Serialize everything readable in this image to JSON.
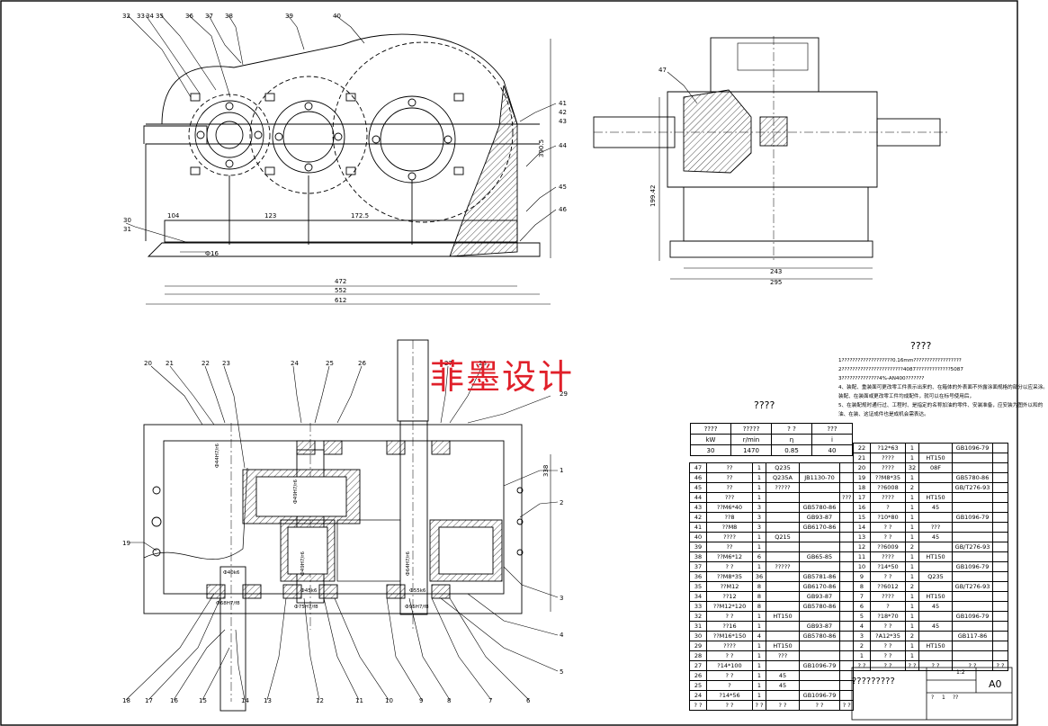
{
  "watermark": "菲墨设计",
  "top_view": {
    "balloons": [
      "32",
      "33",
      "34",
      "35",
      "36",
      "37",
      "38",
      "39",
      "40",
      "41",
      "42",
      "43",
      "44",
      "45",
      "46",
      "30",
      "31"
    ],
    "dims": {
      "d1": "104",
      "d2": "123",
      "d3": "172.5",
      "d4": "472",
      "d5": "552",
      "d6": "612",
      "d7": "Ф16",
      "d8": "390.5"
    }
  },
  "side_view": {
    "balloons": [
      "47"
    ],
    "dims": {
      "height": "199.42",
      "w1": "243",
      "w2": "295"
    }
  },
  "plan_view": {
    "balloons_top": [
      "20",
      "21",
      "22",
      "23",
      "24",
      "25",
      "26",
      "27",
      "28",
      "29"
    ],
    "balloons_right": [
      "1",
      "2",
      "3",
      "4",
      "5"
    ],
    "balloons_left": [
      "19"
    ],
    "balloons_bottom": [
      "18",
      "17",
      "16",
      "15",
      "14",
      "13",
      "12",
      "11",
      "10",
      "9",
      "8",
      "7",
      "6"
    ],
    "fits": [
      "Ф44H7/r6",
      "Ф49H7/r6",
      "Ф49H7/r6",
      "Ф64H7/r6",
      "Ф40k6",
      "Ф68H7/f8",
      "Ф45k6",
      "Ф75H7/f8",
      "Ф55k6",
      "Ф95H7/f8"
    ],
    "dim_height": "338"
  },
  "perf_title": "????",
  "perf_table": {
    "header": [
      "????",
      "?????",
      "?   ?",
      "???"
    ],
    "units": [
      "kW",
      "r/min",
      "η",
      "i"
    ],
    "values": [
      "30",
      "1470",
      "0.85",
      "40"
    ]
  },
  "notes_title": "????",
  "notes": [
    "1???????????????????0.16mm??????????????????",
    "2???????????????????????4087?????????????5087",
    "3??????????????4%-AN400???????",
    "4、装配、重装面可更改零工件表示出来的、在箱体的外表面不外露涂面规格的部分以应采涂。",
    "装配、在装面或更改零工件均成配件，就可以在标号使用后，",
    "5、在装配规时通行过、工程时、是指定的名称加油的零件、安装准备，应安装为图外以和的",
    "油、在装、这证成件也是成机会需表达。"
  ],
  "bom_left": [
    [
      "47",
      "??",
      "1",
      "Q235",
      "",
      ""
    ],
    [
      "46",
      "??",
      "1",
      "Q235A",
      "JB1130-70",
      ""
    ],
    [
      "45",
      "??",
      "1",
      "?????",
      "",
      ""
    ],
    [
      "44",
      "???",
      "1",
      "",
      "",
      "???"
    ],
    [
      "43",
      "??M6*40",
      "3",
      "",
      "GB5780-86",
      ""
    ],
    [
      "42",
      "??8",
      "3",
      "",
      "GB93-87",
      ""
    ],
    [
      "41",
      "??M8",
      "3",
      "",
      "GB6170-86",
      ""
    ],
    [
      "40",
      "????",
      "1",
      "Q215",
      "",
      ""
    ],
    [
      "39",
      "??",
      "1",
      "",
      "",
      ""
    ],
    [
      "38",
      "??M6*12",
      "6",
      "",
      "GB65-85",
      ""
    ],
    [
      "37",
      "?   ?",
      "1",
      "?????",
      "",
      ""
    ],
    [
      "36",
      "??M8*35",
      "36",
      "",
      "GB5781-86",
      ""
    ],
    [
      "35",
      "??M12",
      "8",
      "",
      "GB6170-86",
      ""
    ],
    [
      "34",
      "??12",
      "8",
      "",
      "GB93-87",
      ""
    ],
    [
      "33",
      "??M12*120",
      "8",
      "",
      "GB5780-86",
      ""
    ],
    [
      "32",
      "?   ?",
      "1",
      "HT150",
      "",
      ""
    ],
    [
      "31",
      "??16",
      "1",
      "",
      "GB93-87",
      ""
    ],
    [
      "30",
      "??M16*150",
      "4",
      "",
      "GB5780-86",
      ""
    ],
    [
      "29",
      "????",
      "1",
      "HT150",
      "",
      ""
    ],
    [
      "28",
      "?   ?",
      "1",
      "???",
      "",
      ""
    ],
    [
      "27",
      "?14*100",
      "1",
      "",
      "GB1096-79",
      ""
    ],
    [
      "26",
      "?   ?",
      "1",
      "45",
      "",
      ""
    ],
    [
      "25",
      "?",
      "1",
      "45",
      "",
      ""
    ],
    [
      "24",
      "?14*56",
      "1",
      "",
      "GB1096-79",
      ""
    ],
    [
      "? ?",
      "? ?",
      "? ?",
      "? ?",
      "? ?",
      "? ?"
    ]
  ],
  "bom_right": [
    [
      "22",
      "?12*63",
      "1",
      "",
      "GB1096-79",
      ""
    ],
    [
      "21",
      "????",
      "1",
      "HT150",
      "",
      ""
    ],
    [
      "20",
      "????",
      "32",
      "08F",
      "",
      ""
    ],
    [
      "19",
      "??M8*35",
      "1",
      "",
      "GB5780-86",
      ""
    ],
    [
      "18",
      "??6008",
      "2",
      "",
      "GB/T276-93",
      ""
    ],
    [
      "17",
      "????",
      "1",
      "HT150",
      "",
      ""
    ],
    [
      "16",
      "?",
      "1",
      "45",
      "",
      ""
    ],
    [
      "15",
      "?10*80",
      "1",
      "",
      "GB1096-79",
      ""
    ],
    [
      "14",
      "?   ?",
      "1",
      "???",
      "",
      ""
    ],
    [
      "13",
      "?   ?",
      "1",
      "45",
      "",
      ""
    ],
    [
      "12",
      "??6009",
      "2",
      "",
      "GB/T276-93",
      ""
    ],
    [
      "11",
      "????",
      "1",
      "HT150",
      "",
      ""
    ],
    [
      "10",
      "?14*50",
      "1",
      "",
      "GB1096-79",
      ""
    ],
    [
      "9",
      "?   ?",
      "1",
      "Q235",
      "",
      ""
    ],
    [
      "8",
      "??6012",
      "2",
      "",
      "GB/T276-93",
      ""
    ],
    [
      "7",
      "????",
      "1",
      "HT150",
      "",
      ""
    ],
    [
      "6",
      "?",
      "1",
      "45",
      "",
      ""
    ],
    [
      "5",
      "?18*70",
      "1",
      "",
      "GB1096-79",
      ""
    ],
    [
      "4",
      "?   ?",
      "1",
      "45",
      "",
      ""
    ],
    [
      "3",
      "?A12*35",
      "2",
      "",
      "GB117-86",
      ""
    ],
    [
      "2",
      "?   ?",
      "1",
      "HT150",
      "",
      ""
    ],
    [
      "1",
      "?   ?",
      "1",
      "",
      "",
      ""
    ],
    [
      "? ?",
      "? ?",
      "? ?",
      "? ?",
      "? ?",
      "? ?"
    ]
  ],
  "title_block": {
    "name": "?????????",
    "code": "A0",
    "scale": "1:2",
    "r1": "?",
    "r2": "1",
    "r3": "??"
  }
}
